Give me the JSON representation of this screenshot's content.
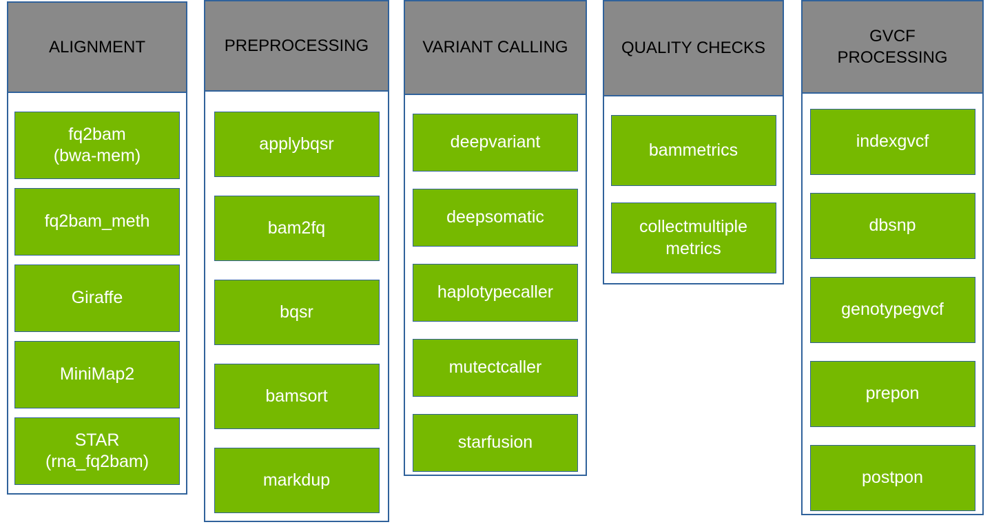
{
  "diagram": {
    "columns": [
      {
        "title": "ALIGNMENT",
        "items": [
          "fq2bam\n(bwa-mem)",
          "fq2bam_meth",
          "Giraffe",
          "MiniMap2",
          "STAR\n(rna_fq2bam)"
        ]
      },
      {
        "title": "PREPROCESSING",
        "items": [
          "applybqsr",
          "bam2fq",
          "bqsr",
          "bamsort",
          "markdup"
        ]
      },
      {
        "title": "VARIANT CALLING",
        "items": [
          "deepvariant",
          "deepsomatic",
          "haplotypecaller",
          "mutectcaller",
          "starfusion"
        ]
      },
      {
        "title": "QUALITY CHECKS",
        "items": [
          "bammetrics",
          "collectmultiple\nmetrics"
        ]
      },
      {
        "title": "GVCF\nPROCESSING",
        "items": [
          "indexgvcf",
          "dbsnp",
          "genotypegvcf",
          "prepon",
          "postpon"
        ]
      }
    ],
    "colors": {
      "box_green": "#76b900",
      "header_gray": "#898989",
      "border_blue": "#30629b",
      "box_text": "#ffffff",
      "header_text": "#000000"
    }
  }
}
